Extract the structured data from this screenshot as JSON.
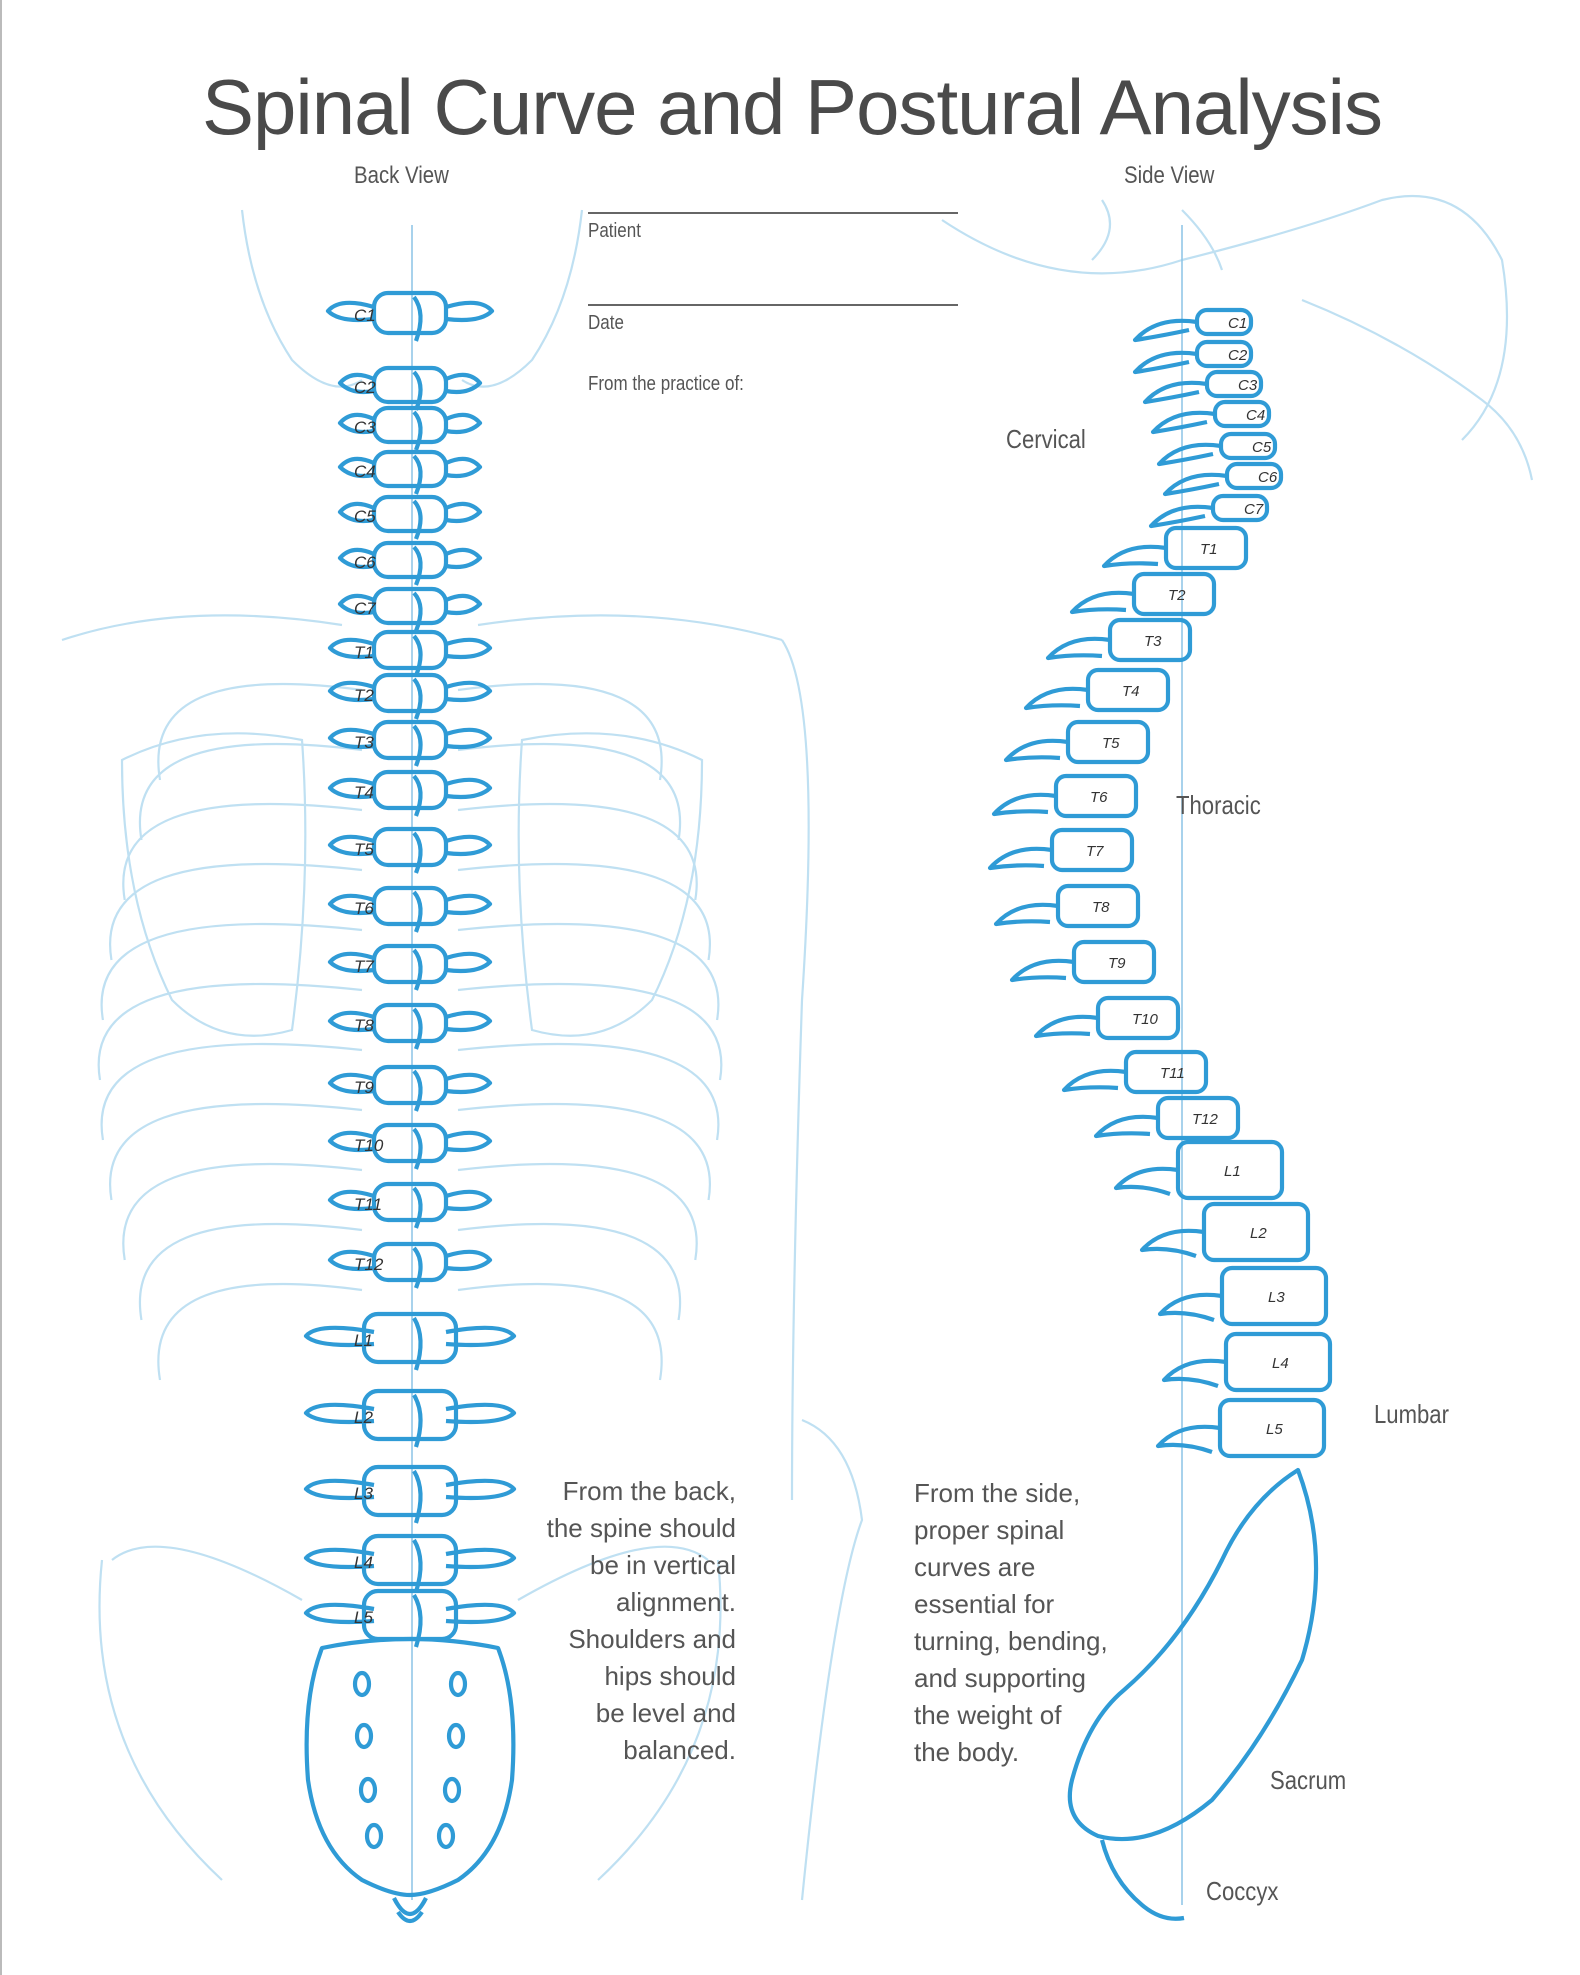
{
  "title": "Spinal Curve and Postural Analysis",
  "views": {
    "back": "Back View",
    "side": "Side View"
  },
  "form": {
    "patient": "Patient",
    "date": "Date",
    "practice": "From the practice of:"
  },
  "regions": {
    "cervical": "Cervical",
    "thoracic": "Thoracic",
    "lumbar": "Lumbar",
    "sacrum": "Sacrum",
    "coccyx": "Coccyx"
  },
  "back_lines": [
    "From the back,",
    "the spine should",
    "be in vertical",
    "alignment.",
    "Shoulders and",
    "hips should",
    "be level and",
    "balanced."
  ],
  "side_lines": [
    "From the side,",
    "proper spinal",
    "curves are",
    "essential for",
    "turning, bending,",
    "and supporting",
    "the weight of",
    "the body."
  ],
  "vertebrae": [
    "C1",
    "C2",
    "C3",
    "C4",
    "C5",
    "C6",
    "C7",
    "T1",
    "T2",
    "T3",
    "T4",
    "T5",
    "T6",
    "T7",
    "T8",
    "T9",
    "T10",
    "T11",
    "T12",
    "L1",
    "L2",
    "L3",
    "L4",
    "L5"
  ],
  "colors": {
    "spine": "#2f9bd6",
    "skeleton": "#bfe0f2",
    "guide": "#8cc4e6"
  }
}
